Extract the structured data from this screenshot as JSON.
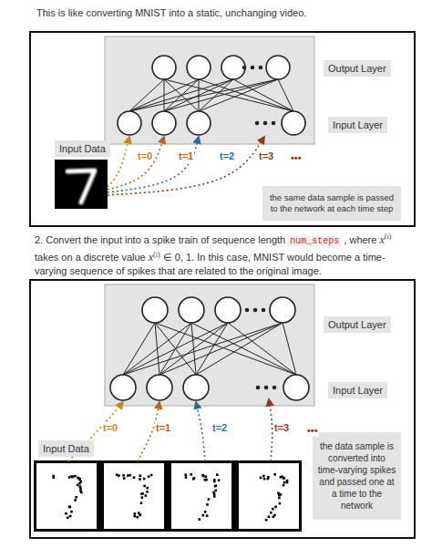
{
  "diagram": {
    "nodes": [
      {
        "text": [
          "Output Layer"
        ]
      },
      {
        "text": [
          "Input Layer"
        ]
      },
      {
        "text": [
          "Input Data"
        ]
      },
      {
        "text": [
          "the same data sample is passed to the network at each time step"
        ]
      },
      {
        "text": [
          "Output Layer"
        ]
      },
      {
        "text": [
          "Input Layer"
        ]
      },
      {
        "text": [
          "Input Data"
        ]
      },
      {
        "text": [
          "the data sample is converted into time-varying spikes and passed one at a time to the network"
        ]
      }
    ],
    "labels": [
      "This is like converting MNIST into a static, unchanging video.",
      "2. Convert the input into a spike train of sequence length",
      "num_steps",
      ", where",
      "x",
      "(i)",
      "takes on a discrete value",
      "x",
      "(i)",
      "∈ 0, 1. In this case, MNIST would become a time-varying sequence of spikes that are related to the original image.",
      "t=0",
      "t=1",
      "t=2",
      "t=3",
      "•••",
      "t=0",
      "t=1",
      "t=2",
      "t=3",
      "•••"
    ]
  }
}
